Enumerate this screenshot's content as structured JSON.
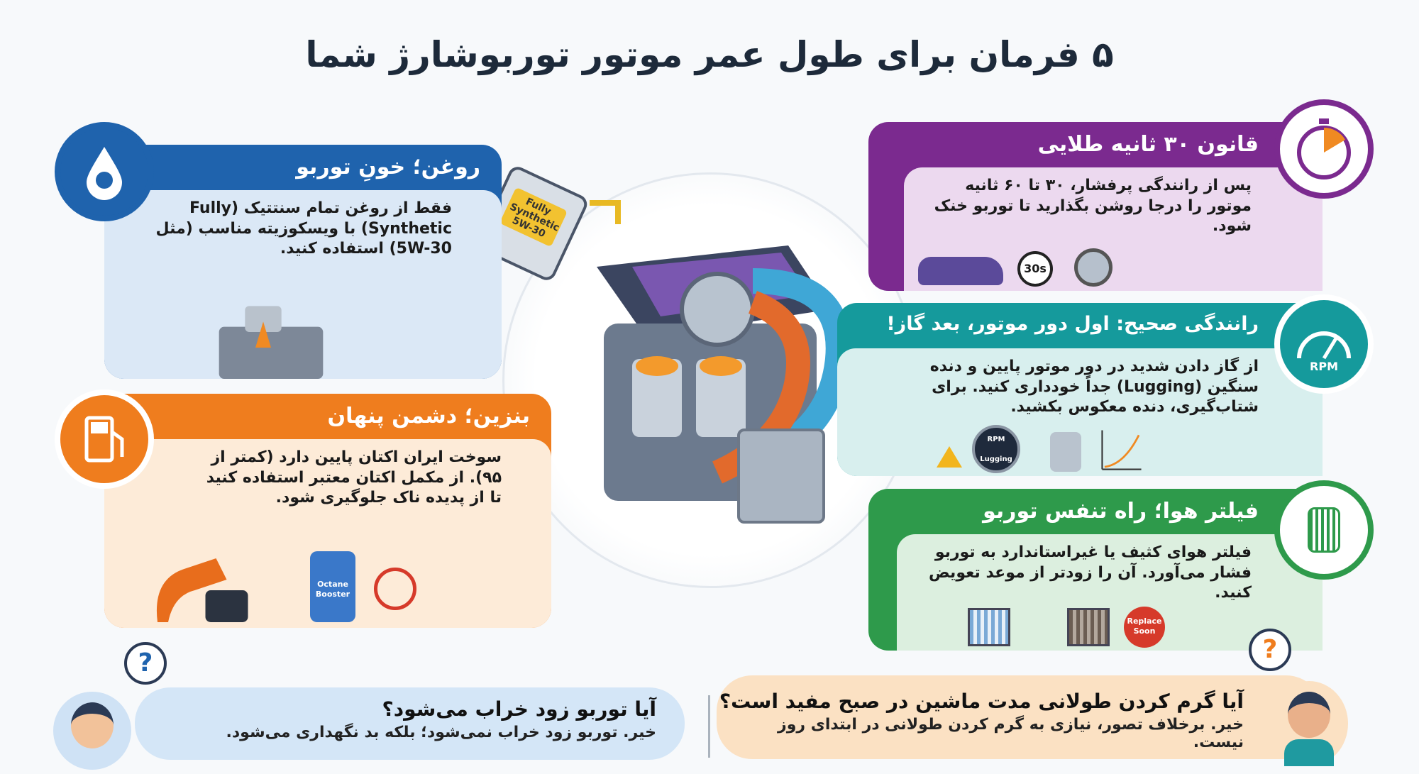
{
  "title": "۵ فرمان برای طول عمر موتور توربوشارژ شما",
  "colors": {
    "blue": "#1f63ad",
    "orange": "#ef7d1e",
    "purple": "#7b2a8f",
    "teal": "#159a9c",
    "green": "#2e9a4b"
  },
  "cards": {
    "oil": {
      "title": "روغن؛ خونِ توربو",
      "body": "فقط از روغن تمام سنتتیک (Fully Synthetic) با ویسکوزیته مناسب (مثل 5W-30) استفاده کنید.",
      "icon": "oil-drop-gear-icon"
    },
    "fuel": {
      "title": "بنزین؛ دشمن پنهان",
      "body": "سوخت ایران اکتان پایین دارد (کمتر از ۹۵). از مکمل اکتان معتبر استفاده کنید تا از پدیده ناک جلوگیری شود.",
      "icon": "fuel-pump-icon",
      "bottle_label": "Octane Booster"
    },
    "cooldown": {
      "title": "قانون ۳۰ ثانیه طلایی",
      "body": "پس از رانندگی پرفشار، ۳۰ تا ۶۰ ثانیه موتور را درجا روشن بگذارید تا توربو خنک شود.",
      "icon": "stopwatch-icon",
      "timer_label": "30s"
    },
    "driving": {
      "title": "رانندگی صحیح: اول دور موتور، بعد گاز!",
      "body": "از گاز دادن شدید در دور موتور پایین و دنده سنگین (Lugging) جداً خودداری کنید. برای شتاب‌گیری، دنده معکوس بکشید.",
      "icon": "tachometer-icon",
      "icon_label": "RPM",
      "gauge_label": "RPM",
      "gauge_sub": "Lugging"
    },
    "filter": {
      "title": "فیلتر هوا؛ راه تنفس توربو",
      "body": "فیلتر هوای کثیف یا غیراستاندارد به توربو فشار می‌آورد. آن را زودتر از موعد تعویض کنید.",
      "icon": "air-filter-icon",
      "badge": "Replace Soon"
    }
  },
  "oil_can_label": "Fully Synthetic 5W-30",
  "faq": [
    {
      "q": "آیا توربو زود خراب می‌شود؟",
      "a": "خیر. توربو زود خراب نمی‌شود؛ بلکه بد نگهداری می‌شود."
    },
    {
      "q": "آیا گرم کردن طولانی مدت ماشین در صبح مفید است؟",
      "a": "خیر. برخلاف تصور، نیازی به گرم کردن طولانی در ابتدای روز نیست."
    }
  ],
  "question_mark": "?"
}
